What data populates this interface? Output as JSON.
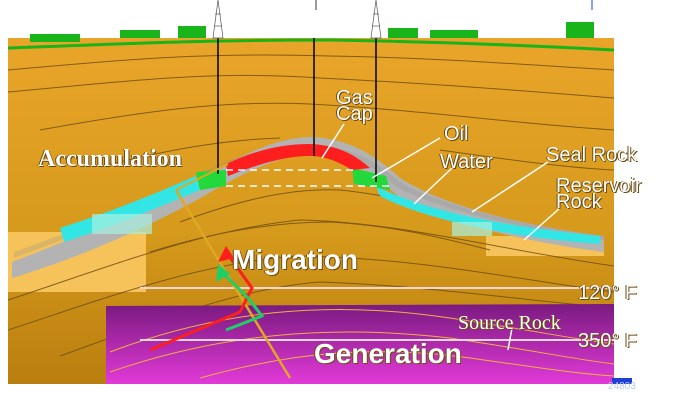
{
  "labels": {
    "accumulation": "Accumulation",
    "migration": "Migration",
    "generation": "Generation",
    "gas_cap": "Gas",
    "gas_cap_2": "Cap",
    "oil": "Oil",
    "water": "Water",
    "seal_rock": "Seal Rock",
    "reservoir_rock": "Reservoir",
    "reservoir_rock_2": "Rock",
    "source_rock": "Source Rock",
    "temp_120": "120° F",
    "temp_350": "350° F",
    "figure_number": "24803"
  },
  "colors": {
    "sky": "#ffffff",
    "sediment_light": "#f2b64a",
    "sediment_dark": "#c98b12",
    "seal_rock": "#b3b3b3",
    "reservoir_water": "#33e6e6",
    "oil": "#ff1e1e",
    "gas": "#f5c400",
    "oil_water_zone": "#22d83a",
    "source_rock": "#c020c8",
    "grass": "#19b419",
    "derrick": "#ffffff",
    "temp_line": "#f2d6d6",
    "migration_arrow_oil": "#ff1e1e",
    "migration_arrow_gas": "#1ecf66"
  },
  "icons": [
    "oil-derrick-icon",
    "oil-derrick-icon",
    "tree-icon"
  ]
}
